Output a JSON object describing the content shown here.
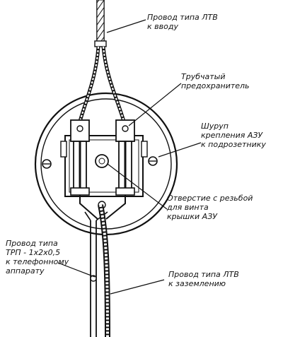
{
  "labels": {
    "input_wire": [
      "Провод типа ЛТВ",
      "к вводу"
    ],
    "fuse": [
      "Трубчатый",
      "предохранитель"
    ],
    "screw": [
      "Шуруп",
      "крепления АЗУ",
      "к подрозетнику"
    ],
    "hole": [
      "Отверстие с резьбой",
      "для винта",
      "крышки АЗУ"
    ],
    "trp_wire": [
      "Провод типа",
      "ТРП - 1х2х0,5",
      "к телефонному",
      "аппарату"
    ],
    "ground_wire": [
      "Провод типа ЛТВ",
      "к заземлению"
    ]
  },
  "colors": {
    "ink": "#111111",
    "paper": "#ffffff"
  }
}
